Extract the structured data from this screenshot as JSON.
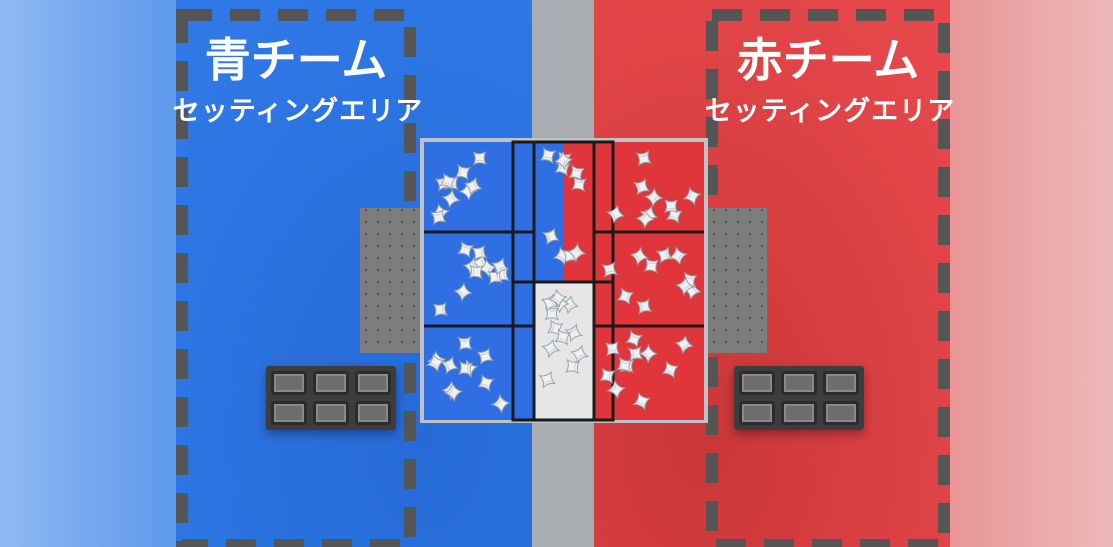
{
  "blue_team": {
    "title": "青チーム",
    "subtitle": "セッティングエリア",
    "color": "#2f78e6",
    "light_color": "#84b1f1"
  },
  "red_team": {
    "title": "赤チーム",
    "subtitle": "セッティングエリア",
    "color": "#e5474a",
    "light_color": "#eab1b2"
  },
  "center_color": "#a9adb1",
  "border_color": "#555555",
  "field": {
    "blue_zone_color": "#2f6fe3",
    "red_zone_color": "#e0353a",
    "neutral_zone_color": "#e6e6e6",
    "object_icon": "cushion-object-icon"
  }
}
